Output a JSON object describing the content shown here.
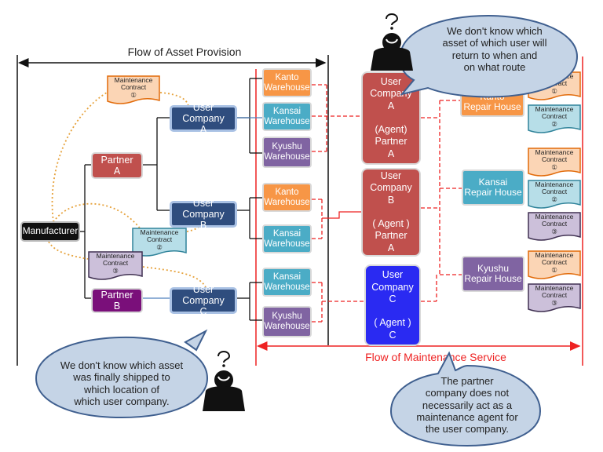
{
  "diagram": {
    "labels": {
      "asset_flow": "Flow of Asset Provision",
      "maintenance_flow": "Flow of Maintenance Service"
    },
    "nodes": {
      "manufacturer": "Manufacturer",
      "partner_a": "Partner\nA",
      "partner_b": "Partner\nB",
      "user_company_a": "User Company\nA",
      "user_company_b": "User Company\nB",
      "user_company_c": "User Company\nC",
      "wh_a_kanto": "Kanto\nWarehouse",
      "wh_a_kansai": "Kansai\nWarehouse",
      "wh_a_kyushu": "Kyushu\nWarehouse",
      "wh_b_kanto": "Kanto\nWarehouse",
      "wh_b_kansai": "Kansai\nWarehouse",
      "wh_c_kansai": "Kansai\nWarehouse",
      "wh_c_kyushu": "Kyushu\nWarehouse",
      "agent_a": "User\nCompany\nA\n\n(Agent)\nPartner\nA",
      "agent_b": "User\nCompany\nB\n\n( Agent )\nPartner\nA",
      "agent_c": "User\nCompany\nC\n\n( Agent )\nC",
      "repair_kanto": "Kanto\nRepair House",
      "repair_kansai": "Kansai\nRepair House",
      "repair_kyushu": "Kyushu\nRepair House"
    },
    "contracts": {
      "left_1": "Maintenance\nContract\n①",
      "left_2": "Maintenance\nContract\n②",
      "left_3": "Maintenance\nContract\n③",
      "kanto_1": "Maintenance\nContract\n①",
      "kanto_2": "Maintenance\nContract\n②",
      "kansai_1": "Maintenance\nContract\n①",
      "kansai_2": "Maintenance\nContract\n②",
      "kansai_3": "Maintenance\nContract\n③",
      "kyushu_1": "Maintenance\nContract\n①",
      "kyushu_3": "Maintenance\nContract\n③"
    },
    "callouts": {
      "top": "We don't know which\nasset of which user will\nreturn to when and\non what route",
      "bottom_left": "We don't know which asset\nwas finally shipped to\nwhich location of\nwhich user company.",
      "bottom_right": "The partner\ncompany does not\nnecessarily act as a\nmaintenance agent for\nthe user company."
    },
    "colors": {
      "user_company": "#2f4d7e",
      "partner_a": "#c0504d",
      "partner_b": "#7a0f7a",
      "kanto": "#f79646",
      "kansai": "#4bacc6",
      "kyushu": "#8064a2",
      "agent_c": "#2a2af2",
      "maintenance_red": "#ee2222",
      "callout_fill": "#c5d4e6",
      "callout_border": "#3f5f8f"
    }
  }
}
